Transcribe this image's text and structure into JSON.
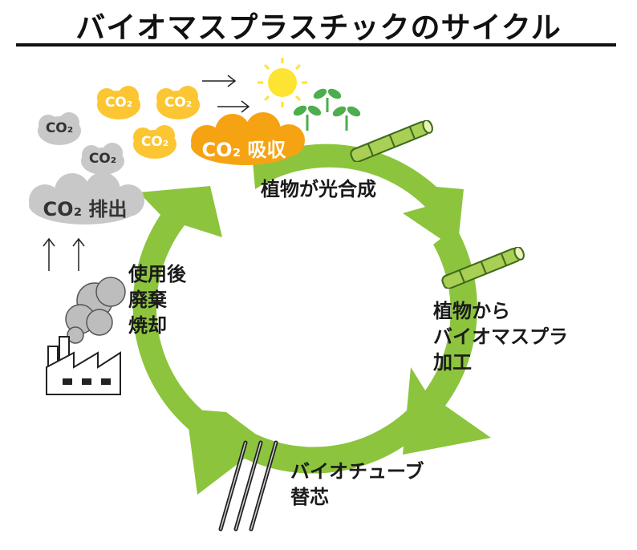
{
  "title": "バイオマスプラスチックのサイクル",
  "steps": {
    "photosynthesis": "植物が光合成",
    "processing_line1": "植物から",
    "processing_line2": "バイオマスプラ",
    "processing_line3": "加工",
    "refill_line1": "バイオチューブ",
    "refill_line2": "替芯",
    "disposal_line1": "使用後",
    "disposal_line2": "廃棄",
    "disposal_line3": "焼却"
  },
  "clouds": {
    "co2": "CO₂",
    "absorb": "CO₂ 吸収",
    "emit": "CO₂ 排出"
  },
  "colors": {
    "arrow_green": "#8cc43d",
    "cloud_orange": "#f6a313",
    "cloud_yellow": "#fbc631",
    "cloud_gray": "#c8c8c8",
    "sun_yellow": "#fde332",
    "sprout_green": "#4cae4c"
  },
  "icons": [
    "sun-icon",
    "sprout-icon",
    "sugarcane-icon",
    "factory-icon",
    "smoke-icon",
    "pen-refill-icon",
    "arrow-right-icon",
    "arrow-up-icon"
  ]
}
